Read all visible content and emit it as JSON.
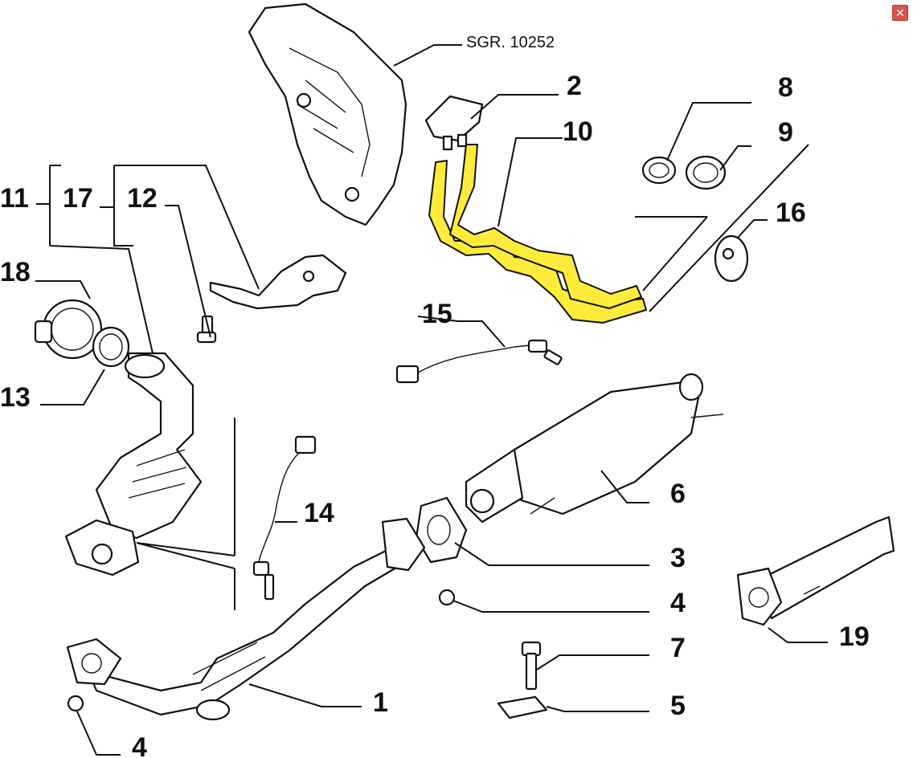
{
  "close_icon_glyph": "✕",
  "accent_color": "#ffec3a",
  "labels": {
    "ref": "SGR. 10252",
    "p1": "1",
    "p2": "2",
    "p3": "3",
    "p4a": "4",
    "p4b": "4",
    "p5": "5",
    "p6": "6",
    "p7": "7",
    "p8": "8",
    "p9": "9",
    "p10": "10",
    "p11": "11",
    "p12": "12",
    "p13": "13",
    "p14": "14",
    "p15": "15",
    "p16": "16",
    "p17": "17",
    "p18": "18",
    "p19": "19"
  }
}
